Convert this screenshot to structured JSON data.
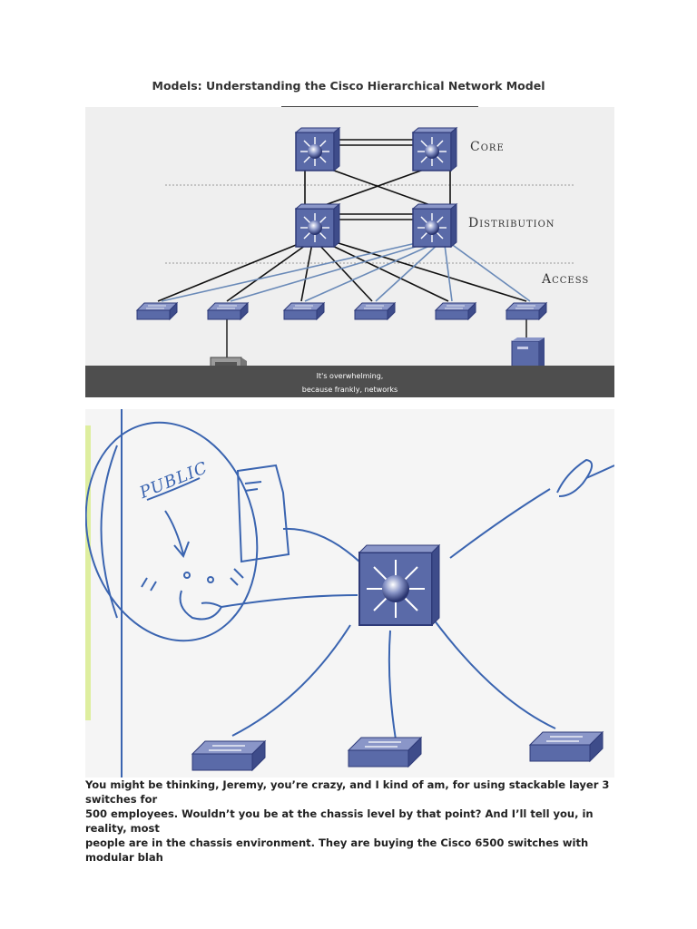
{
  "page": {
    "title": "Models: Understanding the Cisco Hierarchical Network Model"
  },
  "figure1": {
    "layers": {
      "core": "Core",
      "distribution": "Distribution",
      "access": "Access"
    },
    "caption_line1": "It's overwhelming,",
    "caption_line2": "because frankly, networks"
  },
  "figure2": {
    "handwritten_label": "Public"
  },
  "body": {
    "line1": "You might be thinking, Jeremy, you’re crazy, and I kind of am, for using stackable layer 3 switches for",
    "line2": "500 employees. Wouldn’t you be at the chassis level by that point? And I’ll tell you, in reality, most",
    "line3": "people are in the chassis environment. They are buying the Cisco 6500 switches with modular blah"
  },
  "colors": {
    "device_fill": "#5a6aa8",
    "device_top": "#8a96c8",
    "link_black": "#111111",
    "link_blue": "#6a8ab8",
    "ink_blue": "#3a64b0",
    "caption_bar": "#4e4e4e"
  }
}
